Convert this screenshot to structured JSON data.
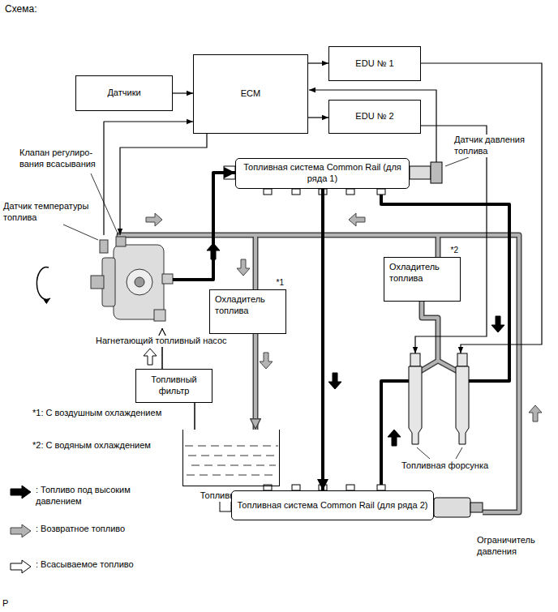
{
  "diagram": {
    "title": "Схема:",
    "nodes": [
      {
        "text": [
          "Датчики"
        ]
      },
      {
        "text": [
          "ECM"
        ]
      },
      {
        "text": [
          "EDU № 1"
        ]
      },
      {
        "text": [
          "EDU № 2"
        ]
      },
      {
        "text": [
          "Топливная система Common Rail (для ряда 1)"
        ]
      },
      {
        "text": [
          "Нагнетающий топливный насос"
        ]
      },
      {
        "text": [
          "Охладитель топлива",
          "*2"
        ]
      },
      {
        "text": [
          "Охладитель топлива",
          "*1"
        ]
      },
      {
        "text": [
          "Топливный фильтр"
        ]
      },
      {
        "text": [
          "Топливный бак"
        ]
      },
      {
        "text": [
          "Топливная система Common Rail (для ряда 2)"
        ]
      }
    ],
    "edges": [
      {
        "from": 0,
        "to": 1,
        "arrow": "to"
      },
      {
        "from": 1,
        "to": 2,
        "arrow": "to"
      },
      {
        "from": 1,
        "to": 3,
        "arrow": "to"
      },
      {
        "from": 5,
        "to": 1,
        "arrow": "to"
      },
      {
        "from": 1,
        "to": 5,
        "arrow": "to"
      },
      {
        "from": 5,
        "to": 4,
        "arrow": "to"
      },
      {
        "from": 4,
        "to": 10,
        "arrow": "to"
      },
      {
        "from": 8,
        "to": 5,
        "arrow": "to"
      },
      {
        "from": 9,
        "to": 8,
        "arrow": "none"
      },
      {
        "from": 7,
        "to": 9,
        "arrow": "to"
      }
    ],
    "labels": [
      "Клапан регулиро- вания всасывания",
      "Датчик температуры топлива",
      "Датчик давления топлива",
      "*1: С воздушным охлаждением",
      "*2: С водяным охлаждением",
      "Топливная форсунка",
      "Ограничитель давления",
      "P"
    ],
    "legend": [
      {
        "text": ": Топливо под высоким давлением"
      },
      {
        "text": ": Возвратное топливо"
      },
      {
        "text": ": Всасываемое топливо"
      }
    ]
  }
}
